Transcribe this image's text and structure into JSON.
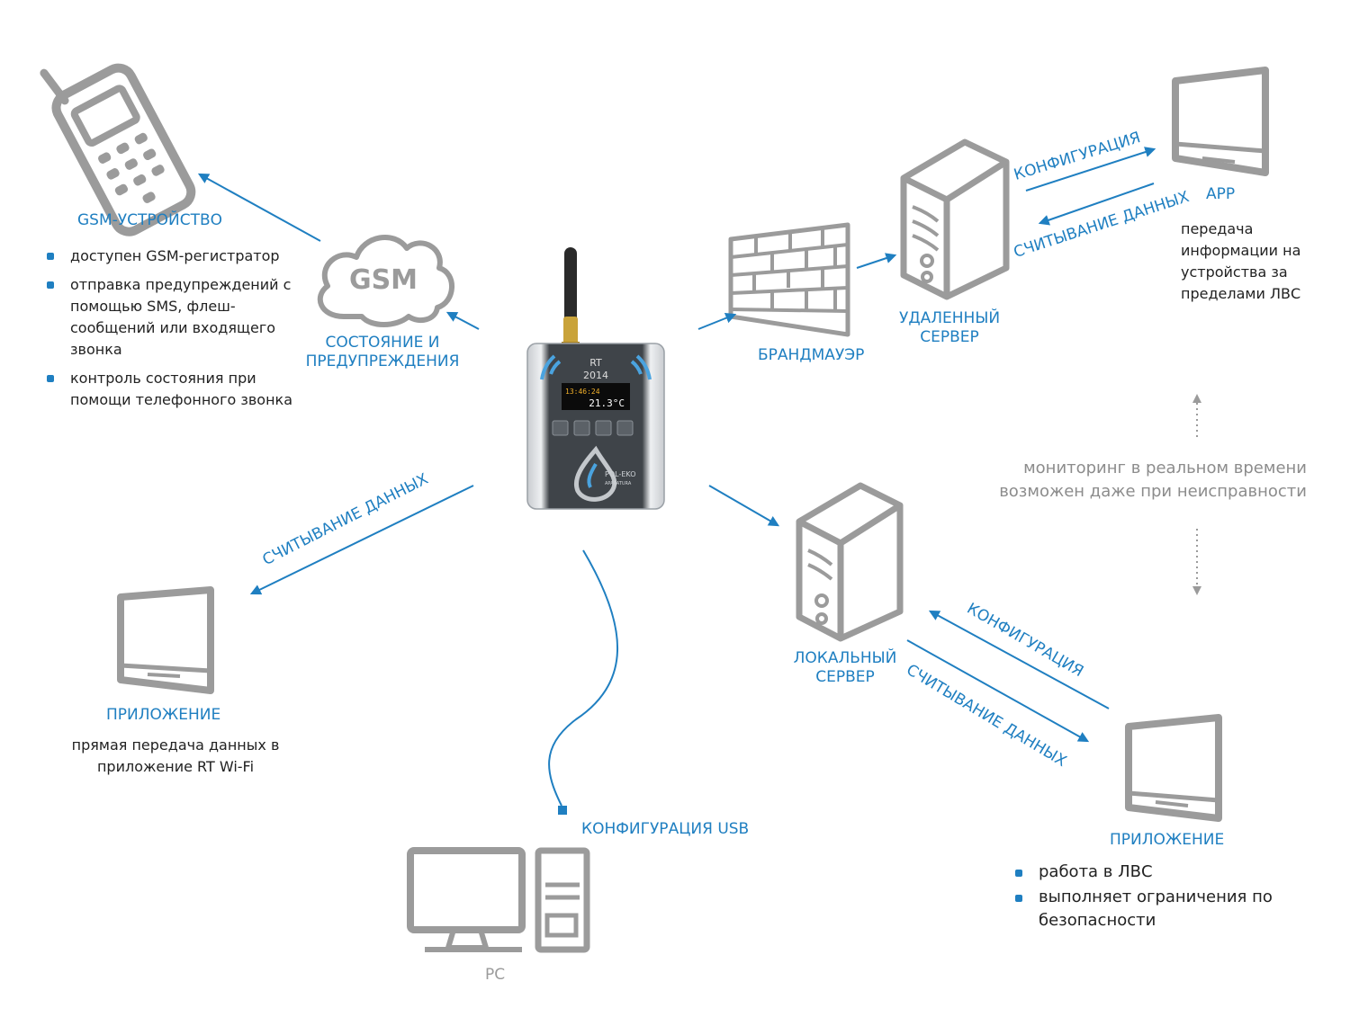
{
  "colors": {
    "accent": "#1f7fc1",
    "icon": "#9b9b9b",
    "text": "#222222",
    "muted": "#8c8c8c"
  },
  "device": {
    "model": "RT",
    "year": "2014",
    "display_time": "13:46:24",
    "display_value": "21.3°C",
    "brand": "POL-EKO",
    "brand_sub": "APARATURA"
  },
  "gsm": {
    "cloud_label": "GSM",
    "title": "GSM-УСТРОЙСТВО",
    "bullets": [
      "доступен GSM-регистратор",
      "отправка предупреждений с помощью SMS, флеш-сообщений или входящего звонка",
      "контроль состояния при помощи телефонного звонка"
    ],
    "status_label": "СОСТОЯНИЕ И ПРЕДУПРЕЖДЕНИЯ"
  },
  "remote": {
    "firewall_label": "БРАНДМАУЭР",
    "server_label": "УДАЛЕННЫЙ СЕРВЕР",
    "config_label": "КОНФИГУРАЦИЯ",
    "read_label": "СЧИТЫВАНИЕ ДАННЫХ",
    "app_label": "APP",
    "app_desc": "передача информации на устройства за пределами ЛВС"
  },
  "monitoring": {
    "text": "мониторинг в реальном времени возможен даже при неисправности"
  },
  "wifi_app": {
    "read_label": "СЧИТЫВАНИЕ ДАННЫХ",
    "title": "ПРИЛОЖЕНИЕ",
    "desc": "прямая передача данных в приложение RT Wi-Fi"
  },
  "usb": {
    "label": "КОНФИГУРАЦИЯ USB",
    "pc_label": "PC"
  },
  "local": {
    "server_label": "ЛОКАЛЬНЫЙ СЕРВЕР",
    "config_label": "КОНФИГУРАЦИЯ",
    "read_label": "СЧИТЫВАНИЕ ДАННЫХ",
    "app_title": "ПРИЛОЖЕНИЕ",
    "bullets": [
      "работа в ЛВС",
      "выполняет ограничения по безопасности"
    ]
  }
}
